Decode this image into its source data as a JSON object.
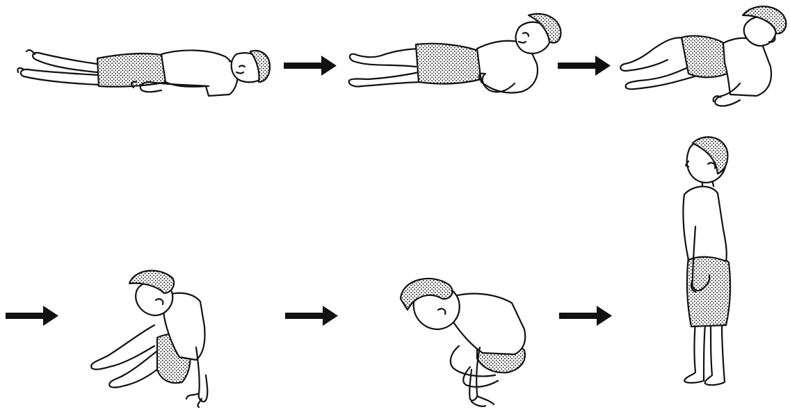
{
  "figure": {
    "steps": [
      {
        "id": 1,
        "pose": "lying-supine"
      },
      {
        "id": 2,
        "pose": "rolling-to-side"
      },
      {
        "id": 3,
        "pose": "pushing-up-on-elbow"
      },
      {
        "id": 4,
        "pose": "sitting-with-hand-support"
      },
      {
        "id": 5,
        "pose": "crouching-hands-on-floor"
      },
      {
        "id": 6,
        "pose": "standing"
      }
    ],
    "arrows": [
      {
        "from": 1,
        "to": 2
      },
      {
        "from": 2,
        "to": 3
      },
      {
        "from": 3,
        "to": 4
      },
      {
        "from": 4,
        "to": 5
      },
      {
        "from": 5,
        "to": 6
      }
    ],
    "colors": {
      "line": "#111111",
      "background": "#ffffff",
      "stipple": "#111111"
    }
  }
}
